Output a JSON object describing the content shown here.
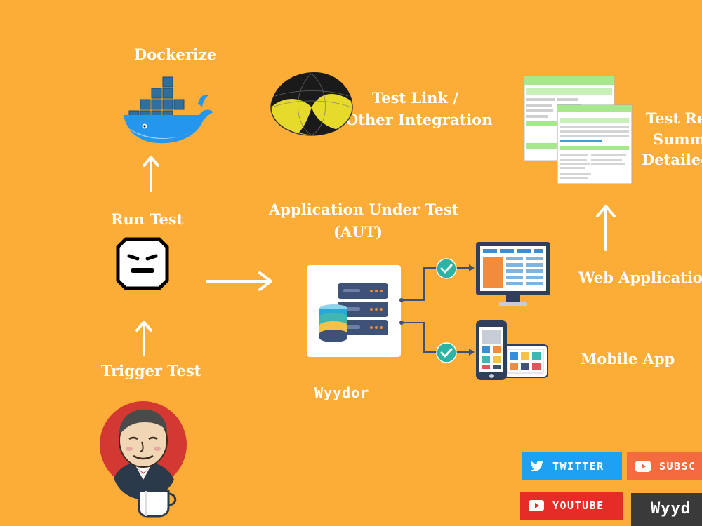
{
  "labels": {
    "dockerize": "Dockerize",
    "testlink_line1": "Test Link /",
    "testlink_line2": "Other Integration",
    "report_line1": "Test Re",
    "report_line2": "Summ",
    "report_line3": "Detailed",
    "run_test": "Run Test",
    "aut_line1": "Application Under  Test",
    "aut_line2": "(AUT)",
    "web_app": "Web Application",
    "mobile_app": "Mobile App",
    "trigger_test": "Trigger Test"
  },
  "brand": {
    "watermark": "Wyydor"
  },
  "social": {
    "twitter": "TWITTER",
    "subscribe": "SUBSC",
    "youtube": "YOUTUBE",
    "corner_brand": "Wyyd"
  },
  "colors": {
    "background": "#FBAD37",
    "twitter": "#1DA1F2",
    "youtube": "#E52D27",
    "subscribe": "#F36B3F",
    "check": "#2BB3A3"
  },
  "icons": [
    "docker-whale-icon",
    "testlink-sphere-icon",
    "report-document-icon",
    "robot-icon",
    "server-database-icon",
    "desktop-monitor-icon",
    "mobile-tablet-icon",
    "jenkins-icon",
    "check-icon"
  ]
}
